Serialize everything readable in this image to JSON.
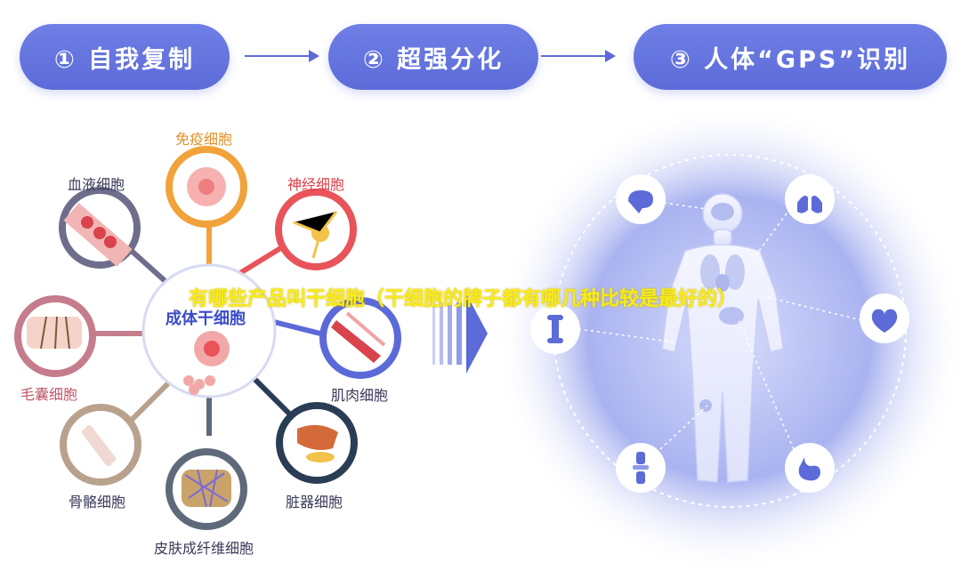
{
  "steps": [
    {
      "label": "① 自我复制"
    },
    {
      "label": "② 超强分化"
    },
    {
      "label": "③ 人体“GPS”识别"
    }
  ],
  "center": {
    "label": "成体干细胞"
  },
  "cells": [
    {
      "label": "免疫细胞",
      "color": "#f2a23a"
    },
    {
      "label": "神经细胞",
      "color": "#e9535a"
    },
    {
      "label": "肌肉细胞",
      "color": "#5b6ad8"
    },
    {
      "label": "脏器细胞",
      "color": "#2b3d55"
    },
    {
      "label": "皮肤成纤维细胞",
      "color": "#5e6a7a"
    },
    {
      "label": "骨骼细胞",
      "color": "#b8a28e"
    },
    {
      "label": "毛囊细胞",
      "color": "#c57c8c"
    },
    {
      "label": "血液细胞",
      "color": "#6e6e8c"
    }
  ],
  "body_icons": [
    "brain-icon",
    "lungs-icon",
    "heart-icon",
    "stomach-icon",
    "knee-joint-icon",
    "bone-joint-icon",
    "bone-icon"
  ],
  "overlay_caption": "有哪些产品叫干细胞（干细胞的牌子都有哪几种比较是最好的）",
  "colors": {
    "primary": "#5c6bd8",
    "caption": "#f7ec1a"
  }
}
